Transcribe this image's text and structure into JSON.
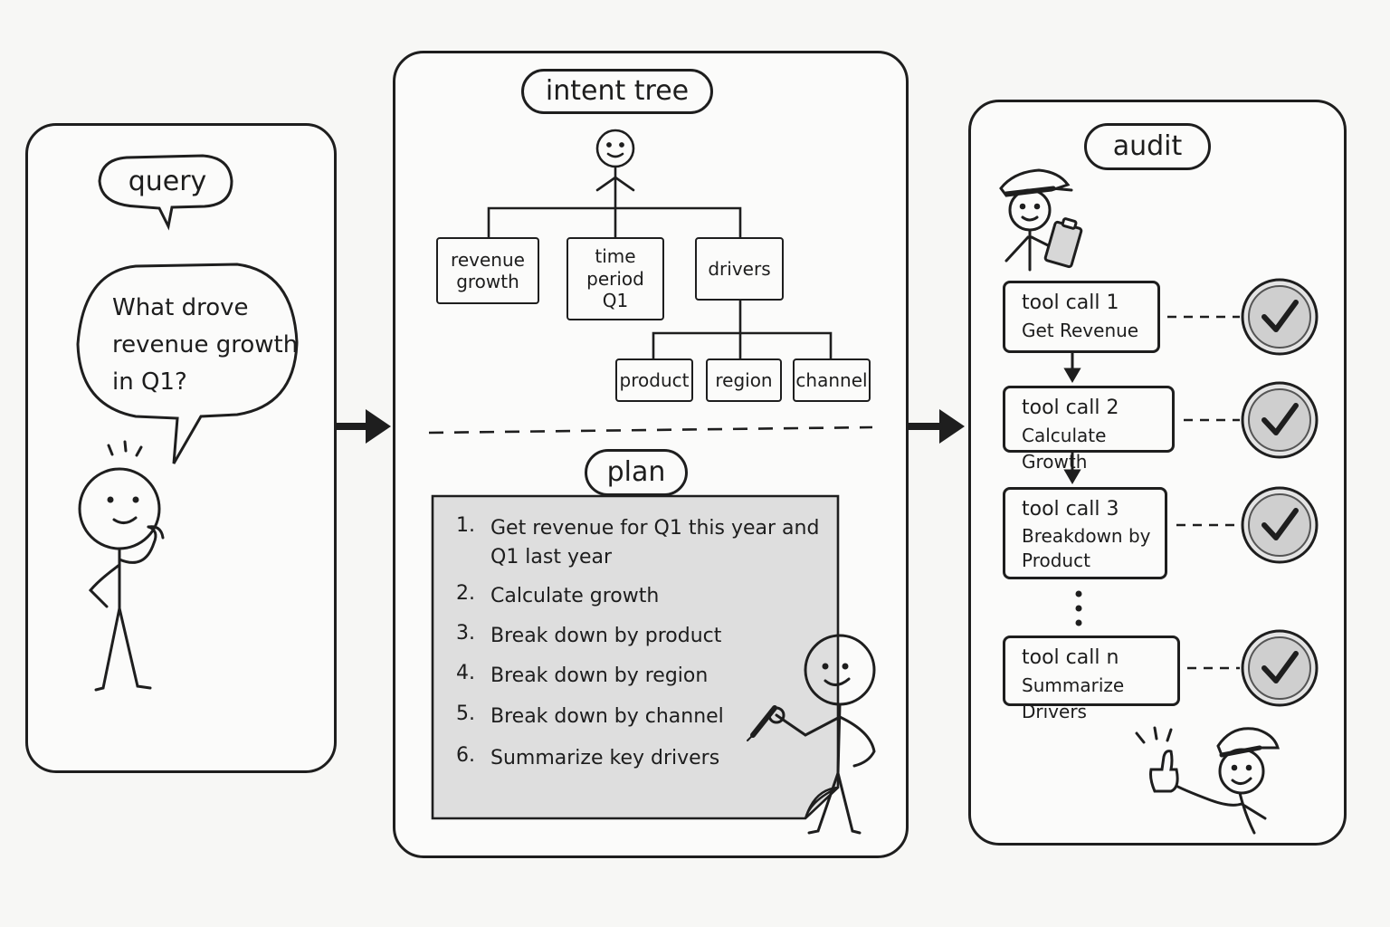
{
  "query": {
    "label": "query",
    "question": "What drove\nrevenue growth\nin Q1?"
  },
  "intent_tree": {
    "label": "intent tree",
    "children": [
      {
        "label": "revenue\ngrowth"
      },
      {
        "label": "time\nperiod\nQ1"
      },
      {
        "label": "drivers"
      }
    ],
    "drivers_children": [
      {
        "label": "product"
      },
      {
        "label": "region"
      },
      {
        "label": "channel"
      }
    ]
  },
  "plan": {
    "label": "plan",
    "steps": [
      {
        "num": "1.",
        "text": "Get revenue for Q1 this year and\nQ1 last year"
      },
      {
        "num": "2.",
        "text": "Calculate growth"
      },
      {
        "num": "3.",
        "text": "Break down by product"
      },
      {
        "num": "4.",
        "text": "Break down by region"
      },
      {
        "num": "5.",
        "text": "Break down by channel"
      },
      {
        "num": "6.",
        "text": "Summarize key drivers"
      }
    ]
  },
  "audit": {
    "label": "audit",
    "tool_calls": [
      {
        "title": "tool call 1",
        "desc": "Get Revenue"
      },
      {
        "title": "tool call 2",
        "desc": "Calculate Growth"
      },
      {
        "title": "tool call 3",
        "desc": "Breakdown by\nProduct"
      },
      {
        "title": "tool call n",
        "desc": "Summarize Drivers"
      }
    ]
  }
}
